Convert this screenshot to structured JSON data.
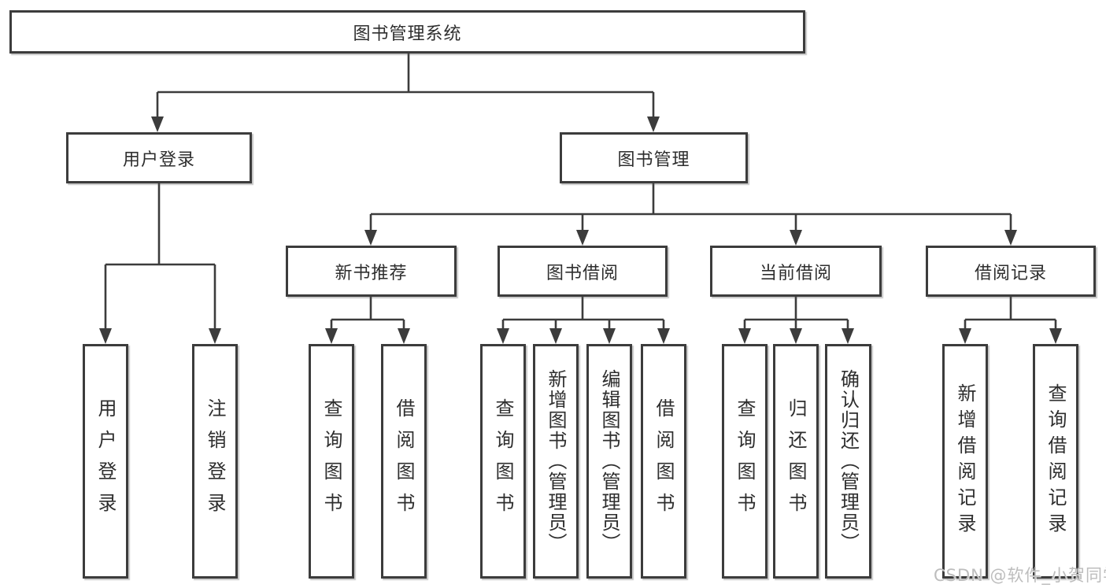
{
  "colors": {
    "line": "#3c3c3c",
    "box_border": "#3c3c3c",
    "box_fill": "#ffffff",
    "text": "#2e2e2e",
    "watermark": "#bdbdbd",
    "background": "#ffffff"
  },
  "watermark": "CSDN @软件_小贺同学",
  "diagram": {
    "root": "图书管理系统",
    "level2": [
      "用户登录",
      "图书管理"
    ],
    "level3": [
      "新书推荐",
      "图书借阅",
      "当前借阅",
      "借阅记录"
    ],
    "leaves": [
      "用户登录",
      "注销登录",
      "查询图书",
      "借阅图书",
      "查询图书",
      "新增图书（管理员）",
      "编辑图书（管理员）",
      "借阅图书",
      "查询图书",
      "归还图书",
      "确认归还（管理员）",
      "新增借阅记录",
      "查询借阅记录"
    ]
  }
}
